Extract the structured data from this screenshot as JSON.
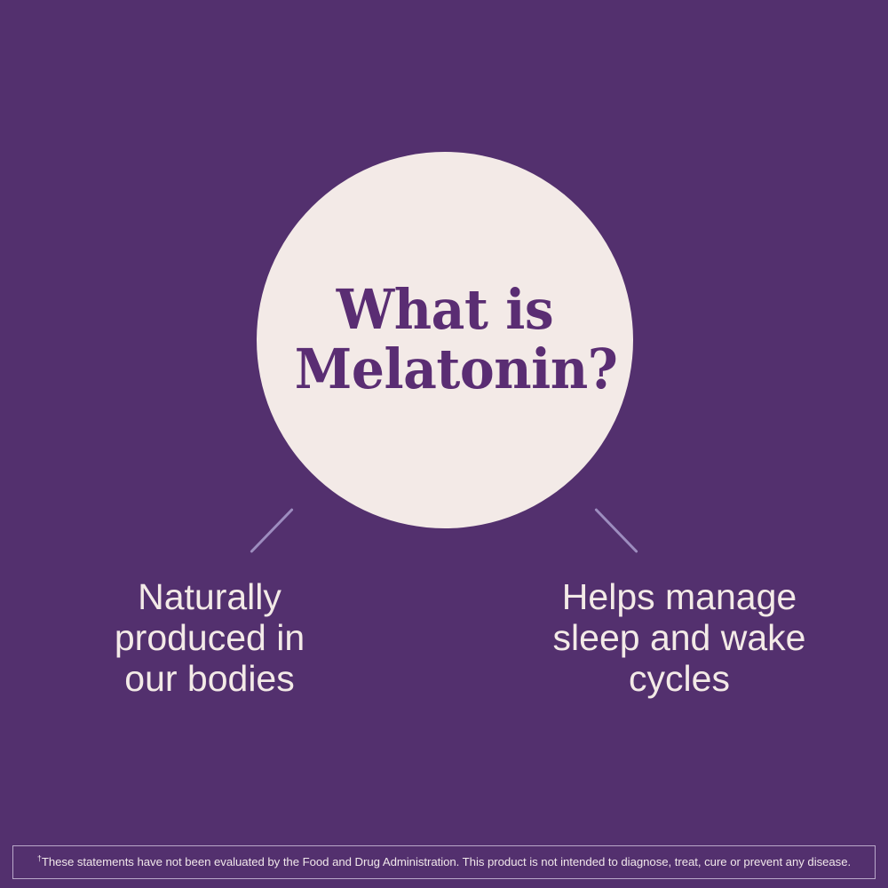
{
  "theme": {
    "background_color": "#53306E",
    "circle_fill_color": "#F3EAE7",
    "headline_color": "#5A2D73",
    "caption_color": "#F3EAE7",
    "connector_color": "#9D8DBF",
    "disclaimer_border_color": "#B9A8C9",
    "disclaimer_text_color": "#F0E7EA"
  },
  "hero": {
    "headline_full": "What is Melatonin?",
    "headline_lines": [
      "What is",
      "Melatonin?"
    ]
  },
  "callouts": [
    {
      "id": "naturally-produced",
      "text_full": "Naturally produced in our bodies",
      "lines": [
        "Naturally",
        "produced in",
        "our bodies"
      ]
    },
    {
      "id": "sleep-wake-cycles",
      "text_full": "Helps manage sleep and wake cycles",
      "lines": [
        "Helps manage",
        "sleep and wake",
        "cycles"
      ]
    }
  ],
  "disclaimer": {
    "marker": "†",
    "text": "These statements have not been evaluated by the Food and Drug Administration. This product is not intended to diagnose, treat, cure or prevent any disease."
  }
}
